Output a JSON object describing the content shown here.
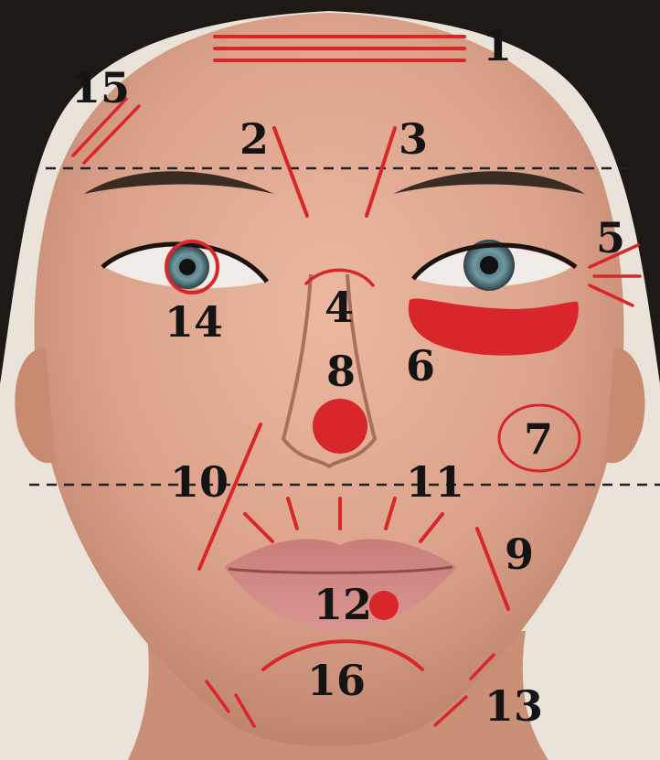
{
  "markers": [
    {
      "id": "1",
      "label": "1"
    },
    {
      "id": "2",
      "label": "2"
    },
    {
      "id": "3",
      "label": "3"
    },
    {
      "id": "4",
      "label": "4"
    },
    {
      "id": "5",
      "label": "5"
    },
    {
      "id": "6",
      "label": "6"
    },
    {
      "id": "7",
      "label": "7"
    },
    {
      "id": "8",
      "label": "8"
    },
    {
      "id": "9",
      "label": "9"
    },
    {
      "id": "10",
      "label": "10"
    },
    {
      "id": "11",
      "label": "11"
    },
    {
      "id": "12",
      "label": "12"
    },
    {
      "id": "13",
      "label": "13"
    },
    {
      "id": "14",
      "label": "14"
    },
    {
      "id": "15",
      "label": "15"
    },
    {
      "id": "16",
      "label": "16"
    }
  ],
  "colors": {
    "marker": "#d8262a",
    "guide_line": "#222222",
    "skin": "#dca58e",
    "hair": "#1f1915",
    "background": "#eae3da"
  }
}
